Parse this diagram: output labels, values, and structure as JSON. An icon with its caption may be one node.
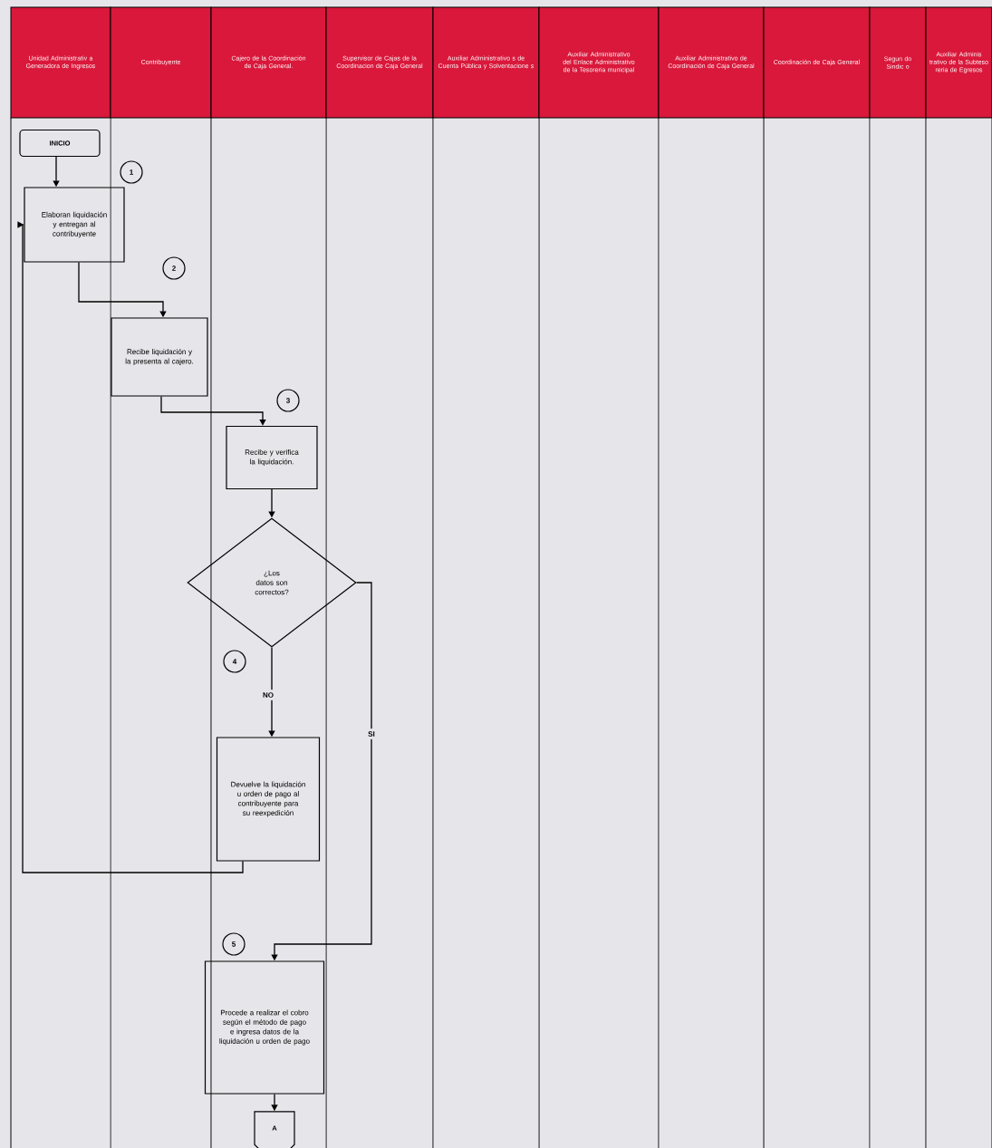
{
  "diagram": {
    "nodes": [
      {
        "text": [
          "Unidad Administrativ a Generadora de Ingresos"
        ]
      },
      {
        "text": [
          "Contribuyente"
        ]
      },
      {
        "text": [
          "Cajero de la Coordinación de Caja General."
        ]
      },
      {
        "text": [
          "Supervisor de Cajas de la Coordinacion de Caja General"
        ]
      },
      {
        "text": [
          "Auxiliar Administrativo s de Cuenta Pública y Solventacione s"
        ]
      },
      {
        "text": [
          "Auxiliar Administrativo del Enlace Administrativo de la Tesoreria municipal"
        ]
      },
      {
        "text": [
          "Auxiliar Administrativo de Coordinación de Caja General"
        ]
      },
      {
        "text": [
          "Coordinación de Caja General"
        ]
      },
      {
        "text": [
          "Segun do Sindic o"
        ]
      },
      {
        "text": [
          "Auxiliar Adminis trativo de la Subteso reria de Egresos"
        ]
      },
      {
        "text": [
          "INICIO"
        ]
      },
      {
        "text": [
          "1"
        ]
      },
      {
        "text": [
          "Elaboran liquidación y entregan al contribuyente"
        ]
      },
      {
        "text": [
          "2"
        ]
      },
      {
        "text": [
          "Recibe liquidación y la presenta al cajero."
        ]
      },
      {
        "text": [
          "3"
        ]
      },
      {
        "text": [
          "Recibe y verifica la liquidación."
        ]
      },
      {
        "text": [
          "¿Los datos son correctos?"
        ]
      },
      {
        "text": [
          "4"
        ]
      },
      {
        "text": [
          "Devuelve la liquidación u orden de pago al contribuyente para su reexpedición"
        ]
      },
      {
        "text": [
          "5"
        ]
      },
      {
        "text": [
          "Procede a realizar el cobro según el método de pago e ingresa datos de la liquidación u orden de pago"
        ]
      },
      {
        "text": [
          "A"
        ]
      }
    ],
    "edges": [
      {
        "from": 10,
        "to": 12,
        "arrow": "to"
      },
      {
        "from": 12,
        "to": 14,
        "arrow": "to"
      },
      {
        "from": 14,
        "to": 16,
        "arrow": "to"
      },
      {
        "from": 16,
        "to": 17,
        "arrow": "to"
      },
      {
        "from": 17,
        "to": 19,
        "arrow": "to",
        "label": "NO"
      },
      {
        "from": 17,
        "to": 21,
        "arrow": "to",
        "label": "SI"
      },
      {
        "from": 19,
        "to": 12,
        "arrow": "to"
      },
      {
        "from": 21,
        "to": 22,
        "arrow": "to"
      }
    ]
  }
}
